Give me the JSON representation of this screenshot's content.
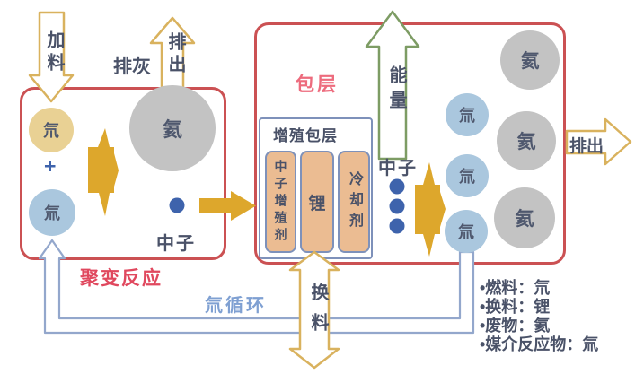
{
  "feed": {
    "label": "加料"
  },
  "ash": {
    "label": "排灰",
    "out_label": "排出"
  },
  "fusion_box": {
    "title": "聚变反应",
    "deuterium": "氘",
    "plus": "+",
    "tritium": "氚",
    "helium": "氦",
    "neutron_label": "中子"
  },
  "blanket_box": {
    "title": "包层",
    "energy_label": "能量",
    "breeding": {
      "title": "增殖包层",
      "multiplier": "中子增殖剂",
      "lithium": "锂",
      "coolant": "冷却剂"
    },
    "neutron_label": "中子",
    "tritium_circles": [
      "氚",
      "氚",
      "氚"
    ],
    "helium_circles": [
      "氦",
      "氦",
      "氦"
    ],
    "out_label": "排出"
  },
  "cycle": {
    "label": "氚循环",
    "refuel_label": "换料"
  },
  "legend": {
    "items": [
      "•燃料：氘",
      "•换料：锂",
      "•废物：氦",
      "•媒介反应物：氚"
    ]
  },
  "colors": {
    "box_border_red": "#cb5153",
    "fusion_label_red": "#e0485e",
    "blanket_label_pink": "#ed6b7d",
    "gold_solid": "#dda72c",
    "gold_outline": "#d9b25e",
    "energy_green": "#7d9c64",
    "neutron_blue": "#3e63ac",
    "pipe_blue": "#93a7cc",
    "cycle_label_blue": "#7fa0d2",
    "deuterium_fill": "#e9d194",
    "tritium_fill": "#aac7de",
    "helium_fill": "#c3c3c3",
    "breeder_fill": "#ebbc92",
    "breeder_border": "#7e91ba",
    "text_dark": "#4a5268"
  }
}
